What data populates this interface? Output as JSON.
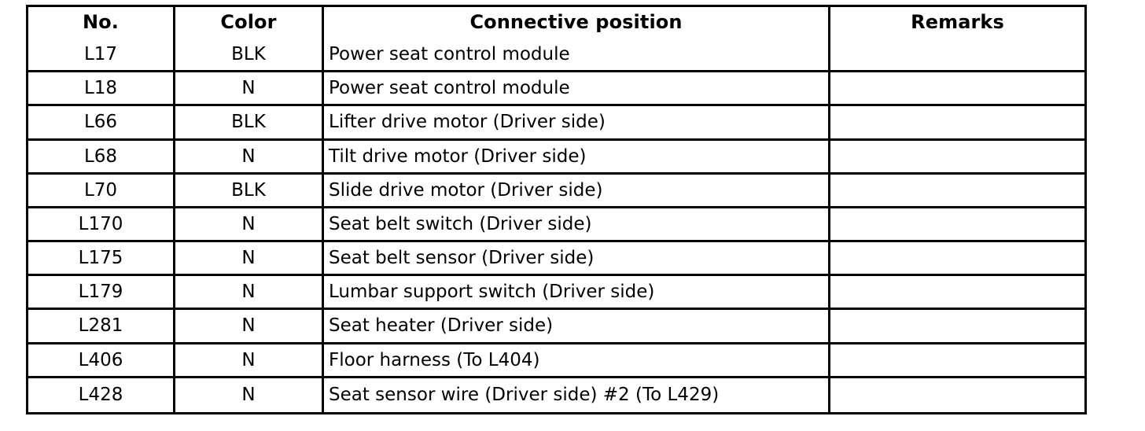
{
  "document": {
    "type": "connector-list-table",
    "title": ""
  },
  "table": {
    "columns": [
      {
        "key": "no",
        "label": "No.",
        "align": "center"
      },
      {
        "key": "color",
        "label": "Color",
        "align": "center"
      },
      {
        "key": "conn",
        "label": "Connective position",
        "align": "left"
      },
      {
        "key": "remarks",
        "label": "Remarks",
        "align": "left"
      }
    ],
    "rows": [
      {
        "no": "L17",
        "color": "BLK",
        "conn": "Power seat control module",
        "remarks": ""
      },
      {
        "no": "L18",
        "color": "N",
        "conn": "Power seat control module",
        "remarks": ""
      },
      {
        "no": "L66",
        "color": "BLK",
        "conn": "Lifter drive motor (Driver side)",
        "remarks": ""
      },
      {
        "no": "L68",
        "color": "N",
        "conn": "Tilt drive motor (Driver side)",
        "remarks": ""
      },
      {
        "no": "L70",
        "color": "BLK",
        "conn": "Slide drive motor (Driver side)",
        "remarks": ""
      },
      {
        "no": "L170",
        "color": "N",
        "conn": "Seat belt switch (Driver side)",
        "remarks": ""
      },
      {
        "no": "L175",
        "color": "N",
        "conn": "Seat belt sensor (Driver side)",
        "remarks": ""
      },
      {
        "no": "L179",
        "color": "N",
        "conn": "Lumbar support switch (Driver side)",
        "remarks": ""
      },
      {
        "no": "L281",
        "color": "N",
        "conn": "Seat heater (Driver side)",
        "remarks": ""
      },
      {
        "no": "L406",
        "color": "N",
        "conn": "Floor harness (To L404)",
        "remarks": ""
      },
      {
        "no": "L428",
        "color": "N",
        "conn": "Seat sensor wire (Driver side) #2 (To L429)",
        "remarks": ""
      }
    ]
  },
  "style": {
    "text_color": "#000000",
    "background_color": "#ffffff",
    "border_color": "#000000"
  }
}
